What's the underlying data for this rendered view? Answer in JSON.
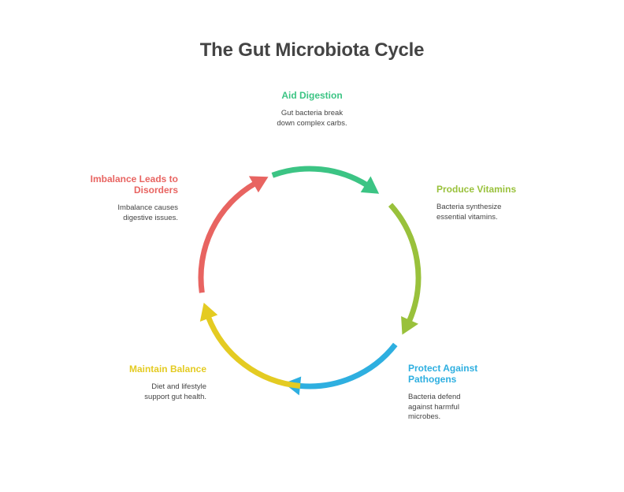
{
  "title": "The Gut Microbiota Cycle",
  "colors": {
    "aid": "#3cc484",
    "vitamins": "#99c13b",
    "protect": "#2eafe0",
    "balance": "#e4cb22",
    "imbalance": "#e86461"
  },
  "steps": {
    "aid": {
      "heading": "Aid Digestion",
      "desc_line1": "Gut bacteria break",
      "desc_line2": "down complex carbs."
    },
    "vitamins": {
      "heading": "Produce Vitamins",
      "desc_line1": "Bacteria synthesize",
      "desc_line2": "essential vitamins."
    },
    "protect": {
      "heading_line1": "Protect Against",
      "heading_line2": "Pathogens",
      "desc_line1": "Bacteria defend",
      "desc_line2": "against harmful",
      "desc_line3": "microbes."
    },
    "balance": {
      "heading": "Maintain Balance",
      "desc_line1": "Diet and lifestyle",
      "desc_line2": "support gut health."
    },
    "imbalance": {
      "heading_line1": "Imbalance Leads to",
      "heading_line2": "Disorders",
      "desc_line1": "Imbalance causes",
      "desc_line2": "digestive issues."
    }
  }
}
